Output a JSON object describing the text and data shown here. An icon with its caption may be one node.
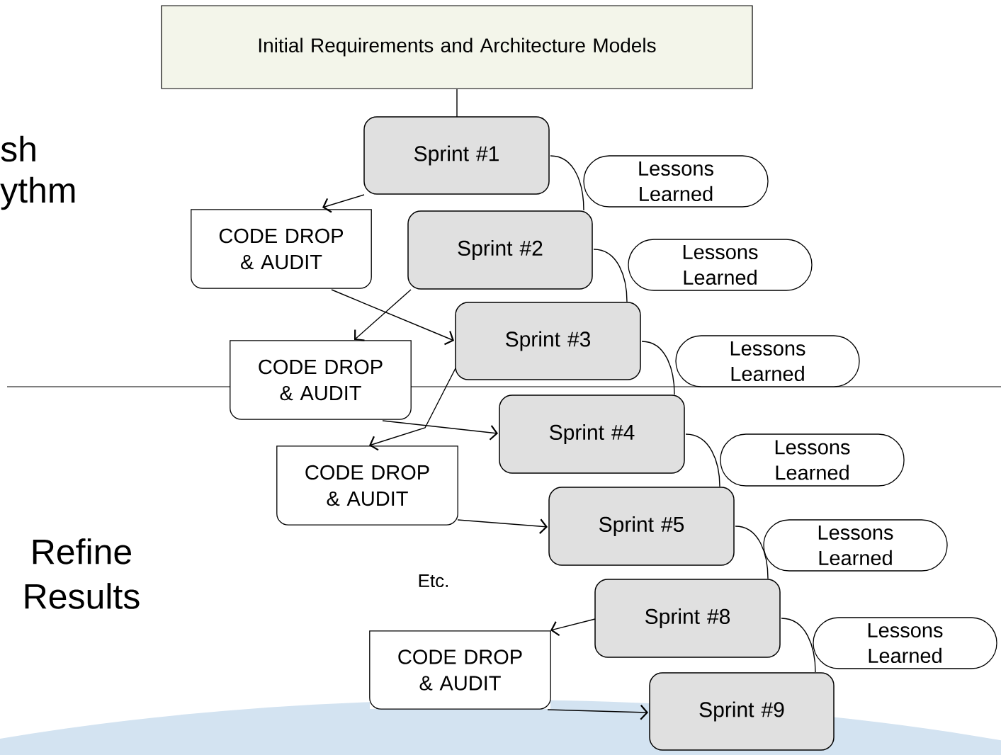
{
  "diagram": {
    "nodes": [
      {
        "text": [
          "Initial Requirements and Architecture Models"
        ]
      },
      {
        "text": [
          "Sprint #1"
        ]
      },
      {
        "text": [
          "Lessons Learned"
        ]
      },
      {
        "text": [
          "Sprint #2"
        ]
      },
      {
        "text": [
          "Lessons Learned"
        ]
      },
      {
        "text": [
          "CODE DROP & AUDIT"
        ]
      },
      {
        "text": [
          "Sprint #3"
        ]
      },
      {
        "text": [
          "Lessons Learned"
        ]
      },
      {
        "text": [
          "CODE DROP & AUDIT"
        ]
      },
      {
        "text": [
          "Sprint #4"
        ]
      },
      {
        "text": [
          "Lessons Learned"
        ]
      },
      {
        "text": [
          "CODE DROP & AUDIT"
        ]
      },
      {
        "text": [
          "Sprint #5"
        ]
      },
      {
        "text": [
          "Lessons Learned"
        ]
      },
      {
        "text": [
          "Sprint #8"
        ]
      },
      {
        "text": [
          "Lessons Learned"
        ]
      },
      {
        "text": [
          "CODE DROP & AUDIT"
        ]
      },
      {
        "text": [
          "Sprint #9"
        ]
      }
    ],
    "edges": [
      {
        "from": 0,
        "to": 1,
        "arrow": "none"
      },
      {
        "from": 1,
        "to": 5,
        "arrow": "to"
      },
      {
        "from": 1,
        "to": 3,
        "arrow": "none"
      },
      {
        "from": 5,
        "to": 6,
        "arrow": "to"
      },
      {
        "from": 3,
        "to": 8,
        "arrow": "to"
      },
      {
        "from": 3,
        "to": 6,
        "arrow": "none"
      },
      {
        "from": 8,
        "to": 9,
        "arrow": "to"
      },
      {
        "from": 6,
        "to": 11,
        "arrow": "to"
      },
      {
        "from": 6,
        "to": 9,
        "arrow": "none"
      },
      {
        "from": 11,
        "to": 12,
        "arrow": "to"
      },
      {
        "from": 9,
        "to": 12,
        "arrow": "none"
      },
      {
        "from": 12,
        "to": 14,
        "arrow": "none"
      },
      {
        "from": 14,
        "to": 16,
        "arrow": "to"
      },
      {
        "from": 14,
        "to": 17,
        "arrow": "none"
      },
      {
        "from": 16,
        "to": 17,
        "arrow": "to"
      }
    ],
    "labels": [
      "sh",
      "ythm",
      "Etc.",
      "Refine Results"
    ]
  }
}
